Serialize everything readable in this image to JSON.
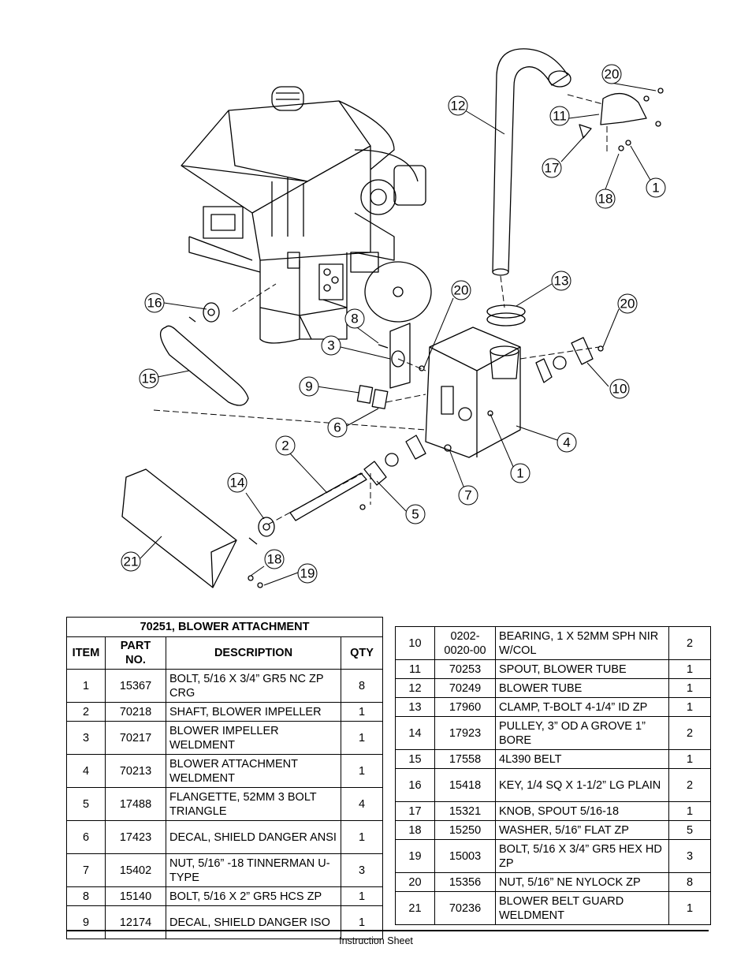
{
  "callouts": [
    "20",
    "12",
    "11",
    "17",
    "1",
    "18",
    "16",
    "13",
    "20",
    "20",
    "8",
    "3",
    "10",
    "9",
    "6",
    "4",
    "2",
    "1",
    "7",
    "14",
    "5",
    "21",
    "18",
    "19"
  ],
  "left_table": {
    "title": "70251, BLOWER ATTACHMENT",
    "headers": [
      "ITEM",
      "PART NO.",
      "DESCRIPTION",
      "QTY"
    ],
    "rows": [
      {
        "item": "1",
        "part": "15367",
        "desc": "BOLT, 5/16 X 3/4” GR5 NC ZP CRG",
        "qty": "8"
      },
      {
        "item": "2",
        "part": "70218",
        "desc": "SHAFT, BLOWER IMPELLER",
        "qty": "1"
      },
      {
        "item": "3",
        "part": "70217",
        "desc": "BLOWER IMPELLER WELDMENT",
        "qty": "1"
      },
      {
        "item": "4",
        "part": "70213",
        "desc": "BLOWER ATTACHMENT WELDMENT",
        "qty": "1"
      },
      {
        "item": "5",
        "part": "17488",
        "desc": "FLANGETTE, 52MM 3 BOLT TRIANGLE",
        "qty": "4"
      },
      {
        "item": "6",
        "part": "17423",
        "desc": "DECAL, SHIELD DANGER ANSI",
        "qty": "1"
      },
      {
        "item": "7",
        "part": "15402",
        "desc": "NUT, 5/16” -18 TINNERMAN U-TYPE",
        "qty": "3"
      },
      {
        "item": "8",
        "part": "15140",
        "desc": "BOLT, 5/16 X 2” GR5 HCS ZP",
        "qty": "1"
      },
      {
        "item": "9",
        "part": "12174",
        "desc": "DECAL, SHIELD DANGER ISO",
        "qty": "1"
      }
    ]
  },
  "right_table": {
    "rows": [
      {
        "item": "10",
        "part": "0202-0020-00",
        "desc": "BEARING, 1 X 52MM SPH NIR W/COL",
        "qty": "2"
      },
      {
        "item": "11",
        "part": "70253",
        "desc": "SPOUT, BLOWER TUBE",
        "qty": "1"
      },
      {
        "item": "12",
        "part": "70249",
        "desc": "BLOWER TUBE",
        "qty": "1"
      },
      {
        "item": "13",
        "part": "17960",
        "desc": "CLAMP, T-BOLT 4-1/4” ID ZP",
        "qty": "1"
      },
      {
        "item": "14",
        "part": "17923",
        "desc": "PULLEY, 3” OD A GROVE 1” BORE",
        "qty": "2"
      },
      {
        "item": "15",
        "part": "17558",
        "desc": "4L390 BELT",
        "qty": "1"
      },
      {
        "item": "16",
        "part": "15418",
        "desc": "KEY, 1/4 SQ X 1-1/2” LG PLAIN",
        "qty": "2"
      },
      {
        "item": "17",
        "part": "15321",
        "desc": "KNOB, SPOUT 5/16-18",
        "qty": "1"
      },
      {
        "item": "18",
        "part": "15250",
        "desc": "WASHER, 5/16” FLAT ZP",
        "qty": "5"
      },
      {
        "item": "19",
        "part": "15003",
        "desc": "BOLT, 5/16 X 3/4” GR5 HEX HD ZP",
        "qty": "3"
      },
      {
        "item": "20",
        "part": "15356",
        "desc": "NUT, 5/16” NE NYLOCK ZP",
        "qty": "8"
      },
      {
        "item": "21",
        "part": "70236",
        "desc": "BLOWER BELT GUARD WELDMENT",
        "qty": "1"
      }
    ]
  },
  "footer": "Instruction Sheet"
}
